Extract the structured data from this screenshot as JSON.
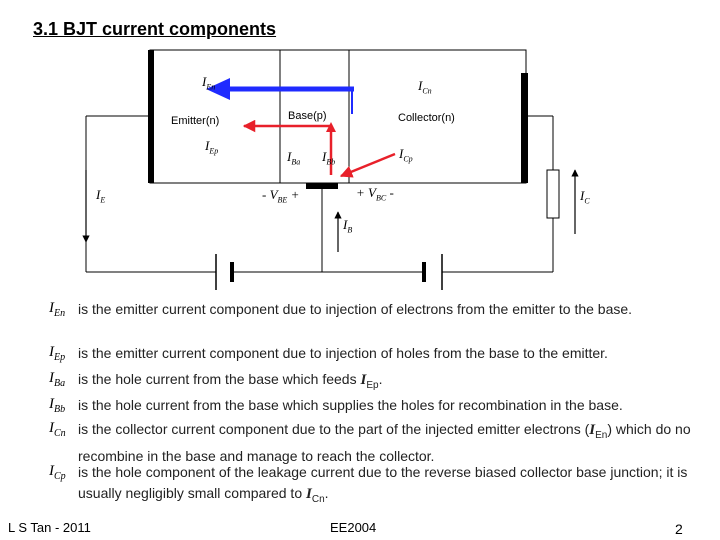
{
  "title": "3.1 BJT current components",
  "regions": {
    "emitter": "Emitter(n)",
    "base": "Base(p)",
    "collector": "Collector(n)"
  },
  "labels": {
    "IEn": {
      "main": "I",
      "sub": "En"
    },
    "ICn": {
      "main": "I",
      "sub": "Cn"
    },
    "IEp": {
      "main": "I",
      "sub": "Ep"
    },
    "IBa": {
      "main": "I",
      "sub": "Ba"
    },
    "IBb": {
      "main": "I",
      "sub": "Bb"
    },
    "ICp": {
      "main": "I",
      "sub": "Cp"
    },
    "IE": {
      "main": "I",
      "sub": "E"
    },
    "IC": {
      "main": "I",
      "sub": "C"
    },
    "IB": {
      "main": "I",
      "sub": "B"
    },
    "VBE": {
      "pre": "- V",
      "sub": "BE",
      "post": " +"
    },
    "VBC": {
      "pre": "+ V",
      "sub": "BC",
      "post": " -"
    }
  },
  "descriptions": [
    {
      "main": "I",
      "sub": "En",
      "text": "is the emitter current component due to injection of electrons from the emitter to the base."
    },
    {
      "main": "I",
      "sub": "Ep",
      "text": "is the emitter current component due to injection of holes from the base to the emitter."
    },
    {
      "main": "I",
      "sub": "Ba",
      "text": "is the hole current from the base which feeds",
      "ref_main": "I",
      "ref_sub": "Ep",
      "tail": "."
    },
    {
      "main": "I",
      "sub": "Bb",
      "text": "is the hole current from the base which supplies the holes for recombination in the base."
    },
    {
      "main": "I",
      "sub": "Cn",
      "text": "is the collector current component due to the part of the injected emitter electrons (",
      "ref_main": "I",
      "ref_sub": "En",
      "tail": ") which do no recombine in the base and manage to reach the collector."
    },
    {
      "main": "I",
      "sub": "Cp",
      "text": "is the hole component of the leakage current due to the reverse biased collector base junction; it is usually negligibly small compared to",
      "ref_main": "I",
      "ref_sub": "Cn",
      "tail": "."
    }
  ],
  "footer": {
    "left": "L S Tan - 2011",
    "center": "EE2004",
    "page": "2"
  },
  "colors": {
    "electron_arrow": "#1f2bff",
    "hole_arrow": "#e8202a",
    "wire": "#000000"
  }
}
